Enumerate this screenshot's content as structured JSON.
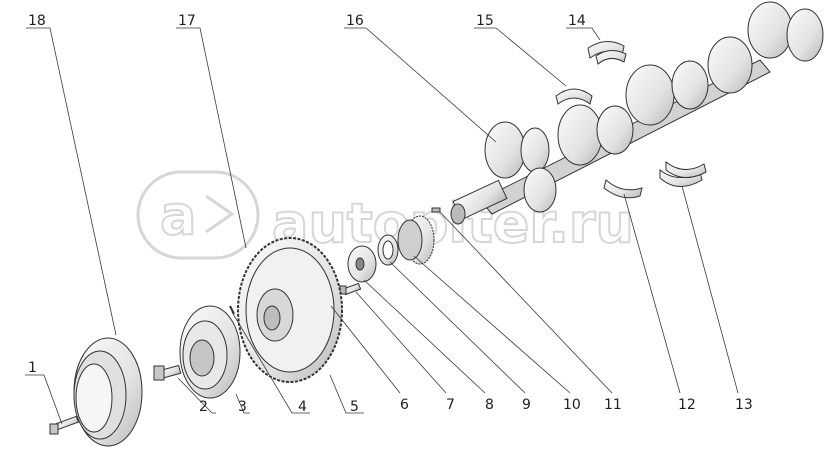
{
  "watermark": {
    "logo_text": "a",
    "site_text": "autopiter.ru",
    "color": "#d6d6d6"
  },
  "callouts": [
    {
      "id": "c1",
      "label": "1"
    },
    {
      "id": "c2",
      "label": "2"
    },
    {
      "id": "c3",
      "label": "3"
    },
    {
      "id": "c4",
      "label": "4"
    },
    {
      "id": "c5",
      "label": "5"
    },
    {
      "id": "c6",
      "label": "6"
    },
    {
      "id": "c7",
      "label": "7"
    },
    {
      "id": "c8",
      "label": "8"
    },
    {
      "id": "c9",
      "label": "9"
    },
    {
      "id": "c10",
      "label": "10"
    },
    {
      "id": "c11",
      "label": "11"
    },
    {
      "id": "c12",
      "label": "12"
    },
    {
      "id": "c13",
      "label": "13"
    },
    {
      "id": "c14",
      "label": "14"
    },
    {
      "id": "c15",
      "label": "15"
    },
    {
      "id": "c16",
      "label": "16"
    },
    {
      "id": "c17",
      "label": "17"
    },
    {
      "id": "c18",
      "label": "18"
    }
  ],
  "colors": {
    "line": "#333333",
    "part_fill": "#f4f4f4",
    "part_shade": "#c9c9c9"
  }
}
